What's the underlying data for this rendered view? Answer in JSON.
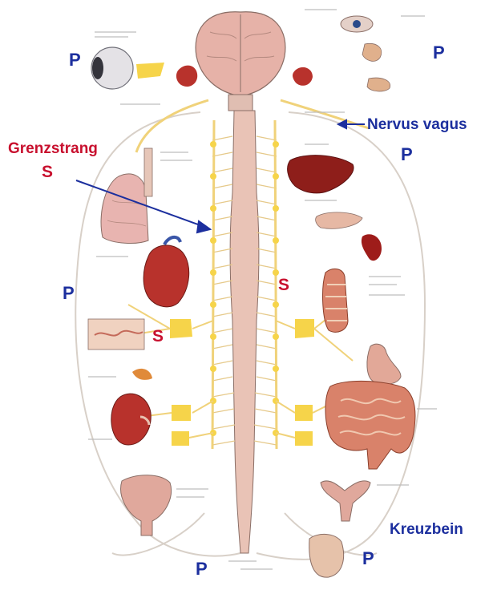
{
  "labels": {
    "p_top_left": "P",
    "p_top_right": "P",
    "nervus_vagus": "Nervus vagus",
    "p_right_upper": "P",
    "grenzstrang": "Grenzstrang",
    "s_grenzstrang": "S",
    "p_left_mid": "P",
    "s_right": "S",
    "s_left": "S",
    "kreuzbein": "Kreuzbein",
    "p_bottom_right": "P",
    "p_bottom_left": "P"
  },
  "colors": {
    "parasympathetic_label": "#1c2f9e",
    "sympathetic_label": "#c8102e",
    "arrow": "#1c2f9e",
    "spinal_cord": "#e9c3b6",
    "nerve": "#f0d27a",
    "ganglion": "#f6d44a",
    "organ_red": "#b8322c",
    "organ_pink": "#d98a86",
    "outline": "#8a6e66",
    "fiber": "#d8d0c8"
  },
  "icons": {
    "eye": "eye-icon",
    "brain": "brain-icon",
    "heart": "heart-icon",
    "lung": "lung-icon",
    "liver": "liver-icon",
    "stomach": "stomach-icon",
    "intestine": "intestine-icon",
    "kidney": "kidney-icon",
    "bladder": "bladder-icon",
    "uterus": "uterus-icon"
  }
}
